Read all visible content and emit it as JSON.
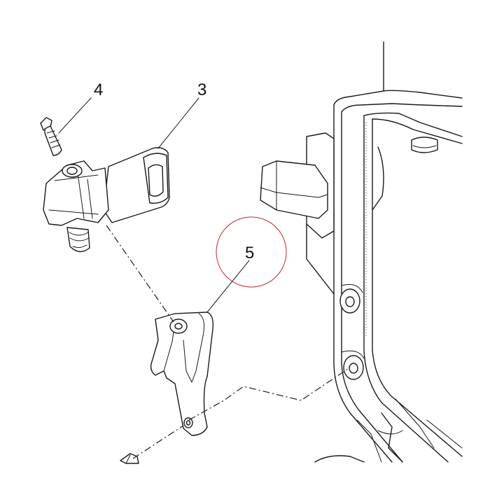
{
  "diagram": {
    "callouts": [
      {
        "id": "4",
        "label": "4"
      },
      {
        "id": "3",
        "label": "3"
      },
      {
        "id": "5",
        "label": "5"
      }
    ],
    "highlight_color": "#c0272d",
    "line_color": "#1a1a1a"
  }
}
